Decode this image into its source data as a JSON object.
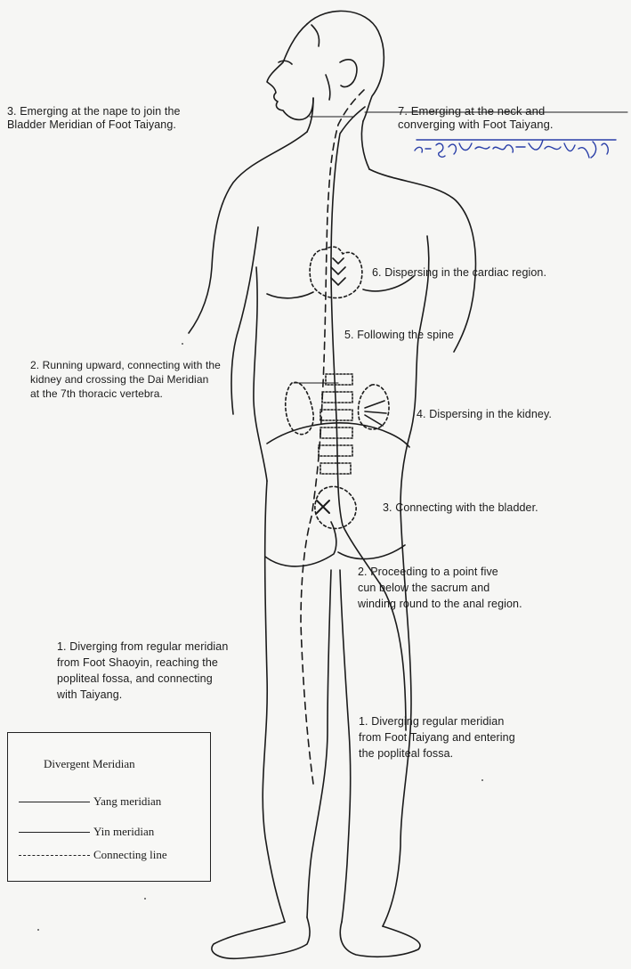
{
  "annotations": {
    "a3_left": "3. Emerging at the nape to join the\nBladder Meridian of Foot Taiyang.",
    "a7_right": "7. Emerging at the neck and\nconverging with Foot Taiyang.",
    "a6": "6. Dispersing in the cardiac region.",
    "a5": "5. Following the spine",
    "a2_left": "2. Running upward, connecting with the\nkidney and crossing the Dai Meridian\nat the 7th thoracic vertebra.",
    "a4": "4. Dispersing in the kidney.",
    "a3_right": "3. Connecting with the bladder.",
    "a2_right": "2. Proceeding to a point five\ncun below the sacrum and\nwinding round to the anal region.",
    "a1_left": "1. Diverging from regular meridian\nfrom Foot Shaoyin, reaching the\npopliteal fossa, and connecting\nwith Taiyang.",
    "a1_right": "1. Diverging regular meridian\nfrom Foot Taiyang and entering\nthe popliteal fossa."
  },
  "legend": {
    "title": "Divergent Meridian",
    "items": [
      {
        "label": "Yang meridian",
        "style": "solid"
      },
      {
        "label": "Yin meridian",
        "style": "solid"
      },
      {
        "label": "Connecting line",
        "style": "dashed"
      }
    ]
  },
  "colors": {
    "ink": "#1b1b1b",
    "paper": "#f6f6f4",
    "handwriting": "#2a3fa8"
  }
}
